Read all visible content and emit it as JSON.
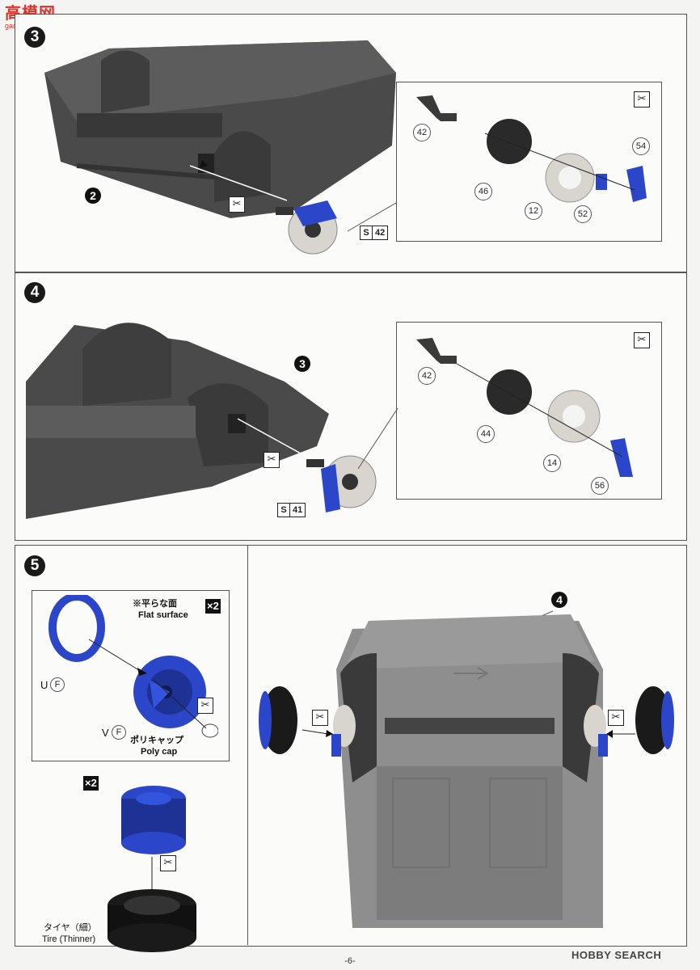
{
  "watermark": {
    "title": "高模网",
    "subtitle": "gao-moxing.com"
  },
  "steps": [
    {
      "number": "3",
      "ref_badge": "2",
      "sprue_letter": "S",
      "sprue_number": "42",
      "parts": [
        "42",
        "46",
        "12",
        "52",
        "54"
      ]
    },
    {
      "number": "4",
      "ref_badge": "3",
      "sprue_letter": "S",
      "sprue_number": "41",
      "parts": [
        "42",
        "44",
        "14",
        "56"
      ]
    },
    {
      "number": "5",
      "ref_badge": "4"
    }
  ],
  "step5": {
    "quantity_1": "×2",
    "quantity_2": "×2",
    "note_jp": "※平らな面",
    "note_en": "Flat surface",
    "u_label": "U",
    "v_label": "V",
    "f_label": "F",
    "polycap_jp": "ポリキャップ",
    "polycap_en": "Poly cap",
    "tire_jp": "タイヤ（細）",
    "tire_en": "Tire (Thinner)"
  },
  "icons": {
    "no_glue": "no-glue-icon",
    "hobby_search_logo": "hobby-search-logo"
  },
  "colors": {
    "part_blue": "#2b46c8",
    "chassis_dark": "#4a4a4a",
    "chassis_light": "#8e8e8e",
    "disc_grey": "#d8d4ce"
  },
  "footer": {
    "page": "-6-",
    "logo": "HOBBY SEARCH"
  }
}
